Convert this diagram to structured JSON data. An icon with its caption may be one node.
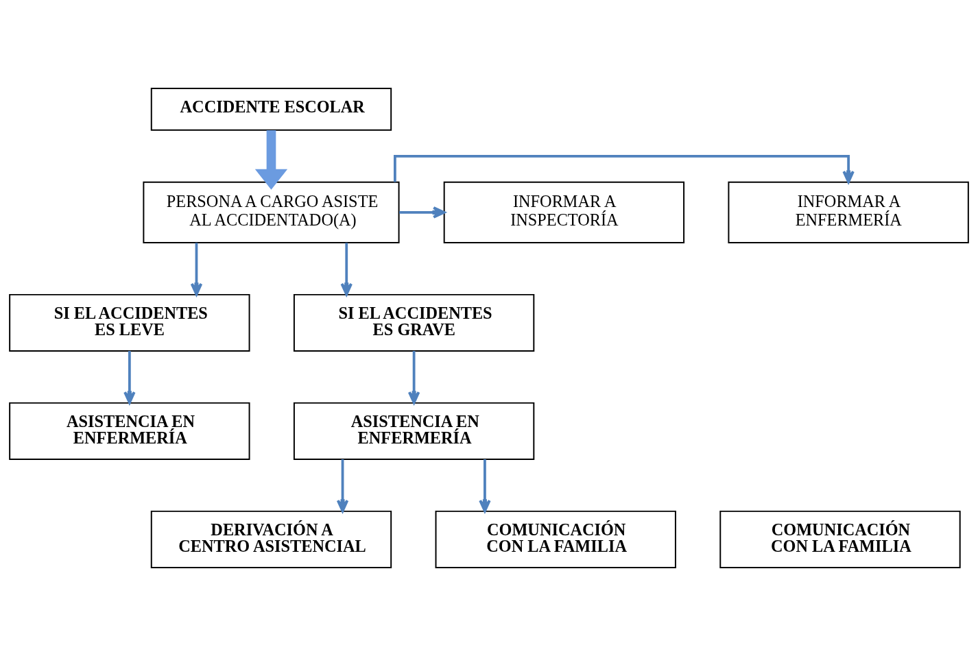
{
  "diagram": {
    "nodes": [
      {
        "text": [
          "ACCIDENTE ESCOLAR"
        ]
      },
      {
        "text": [
          "PERSONA A CARGO ASISTE AL ACCIDENTADO(A)"
        ]
      },
      {
        "text": [
          "INFORMAR A ENFERMERÍA"
        ]
      },
      {
        "text": [
          "INFORMAR A INSPECTORÍA"
        ]
      },
      {
        "text": [
          "SI EL ACCIDENTES ES LEVE"
        ]
      },
      {
        "text": [
          "SI EL ACCIDENTES ES GRAVE"
        ]
      },
      {
        "text": [
          "ASISTENCIA EN ENFERMERÍA"
        ]
      },
      {
        "text": [
          "ASISTENCIA EN ENFERMERÍA"
        ]
      },
      {
        "text": [
          "COMUNICACIÓN CON LA FAMILIA"
        ]
      },
      {
        "text": [
          "DERIVACIÓN A CENTRO ASISTENCIAL"
        ]
      },
      {
        "text": [
          "COMUNICACIÓN CON LA FAMILIA"
        ]
      }
    ],
    "edges": [
      {
        "from": 0,
        "to": 1,
        "arrow": "to",
        "style": "thick",
        "color": "#6b9be0"
      },
      {
        "from": 1,
        "to": 2,
        "arrow": "to"
      },
      {
        "from": 1,
        "to": 3,
        "arrow": "to"
      },
      {
        "from": 1,
        "to": 4,
        "arrow": "to"
      },
      {
        "from": 1,
        "to": 5,
        "arrow": "to"
      },
      {
        "from": 4,
        "to": 6,
        "arrow": "to"
      },
      {
        "from": 5,
        "to": 7,
        "arrow": "to"
      },
      {
        "from": 7,
        "to": 9,
        "arrow": "to"
      },
      {
        "from": 7,
        "to": 10,
        "arrow": "to"
      }
    ]
  }
}
